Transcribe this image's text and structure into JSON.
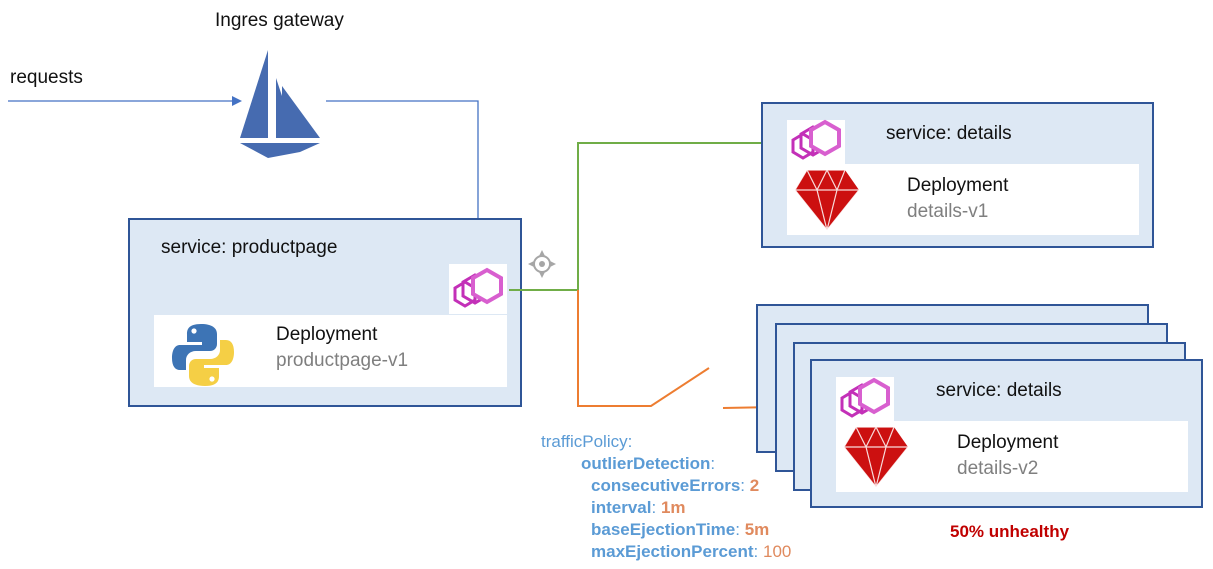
{
  "gateway": {
    "label": "Ingres gateway",
    "icon": "istio-sail-icon"
  },
  "requests": {
    "label": "requests"
  },
  "productpage": {
    "service_label": "service: productpage",
    "deployment_label": "Deployment",
    "version": "productpage-v1",
    "icon": "python-logo-icon"
  },
  "details_v1": {
    "service_label": "service: details",
    "deployment_label": "Deployment",
    "version": "details-v1",
    "icon": "ruby-logo-icon"
  },
  "details_v2": {
    "service_label": "service: details",
    "deployment_label": "Deployment",
    "version": "details-v2",
    "icon": "ruby-logo-icon"
  },
  "traffic_policy": {
    "traffic_policy_key": "trafficPolicy",
    "outlier_detection_key": "outlierDetection",
    "consecutive_errors_key": "consecutiveErrors",
    "consecutive_errors_value": "2",
    "interval_key": "interval",
    "interval_value": "1m",
    "base_ejection_time_key": "baseEjectionTime",
    "base_ejection_time_value": "5m",
    "max_ejection_percent_key": "maxEjectionPercent",
    "max_ejection_percent_value": "100",
    "colon": ":"
  },
  "health_status": "50% unhealthy",
  "colors": {
    "box_fill": "#dde8f4",
    "box_border": "#2f5597",
    "green_line": "#70ad47",
    "orange_line": "#ed7d31",
    "blue_line": "#4472c4",
    "envoy_magenta": "#c330b8",
    "unhealthy_red": "#c00000"
  }
}
